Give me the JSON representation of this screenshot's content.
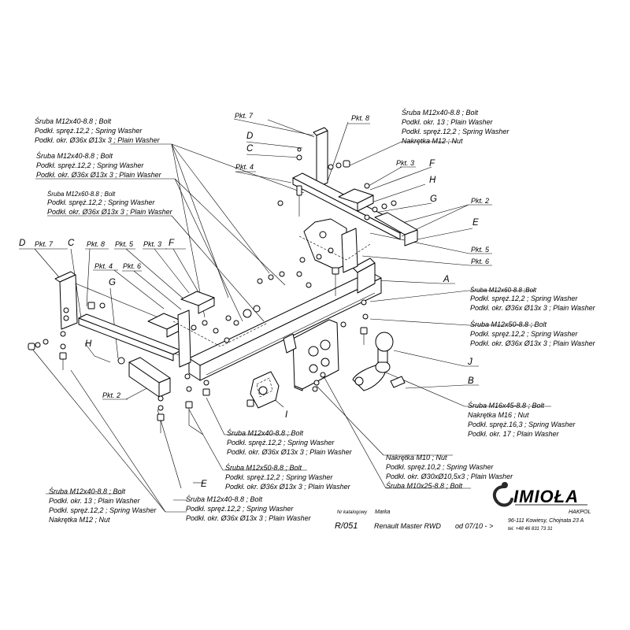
{
  "letters": [
    "D",
    "C",
    "G",
    "H",
    "F",
    "E",
    "A",
    "J",
    "B",
    "I"
  ],
  "pkt": [
    "Pkt. 2",
    "Pkt. 3",
    "Pkt. 4",
    "Pkt. 5",
    "Pkt. 6",
    "Pkt. 7",
    "Pkt. 8"
  ],
  "callouts": {
    "top_left_1": [
      "Śruba M12x40-8.8 ;  Bolt",
      "Podkł. spręż.12,2 ; Spring Washer",
      "Podkł. okr.  Ø36x Ø13x 3 ; Plain Washer"
    ],
    "top_left_2": [
      "Śruba M12x40-8.8 ;  Bolt",
      "Podkł. spręż.12,2 ; Spring Washer",
      "Podkł. okr.  Ø36x Ø13x 3 ; Plain Washer"
    ],
    "top_left_3": [
      "Śruba M12x60-8.8 ; Bolt",
      "Podkł. spręż.12,2 ; Spring Washer",
      "Podkł. okr.  Ø36x Ø13x 3 ; Plain Washer"
    ],
    "top_right": [
      "Śruba M12x40-8.8 ;  Bolt",
      "Podkł. okr. 13 ; Plain Washer",
      "Podkł. spręż.12,2 ; Spring Washer",
      "Nakrętka  M12 ; Nut"
    ],
    "right_1": [
      "Śruba M12x60-8.8 ;Bolt",
      "Podkł. spręż.12,2 ; Spring Washer",
      "Podkł. okr.  Ø36x Ø13x 3 ; Plain Washer"
    ],
    "right_2": [
      "Śruba M12x50-8.8 ;  Bolt",
      "Podkł. spręż.12,2 ; Spring Washer",
      "Podkł. okr.  Ø36x Ø13x 3 ; Plain Washer"
    ],
    "right_3": [
      "Śruba M16x45-8.8 ;  Bolt",
      "Nakrętka  M16 ; Nut",
      "Podkł. spręż.16,3 ; Spring Washer",
      "Podkł. okr. 17 ; Plain Washer"
    ],
    "bottom_center_1": [
      "Śruba M12x40-8.8 ;  Bolt",
      "Podkł. spręż.12,2 ; Spring Washer",
      "Podkł. okr.  Ø36x Ø13x 3 ; Plain Washer"
    ],
    "bottom_center_2": [
      "Śruba M12x50-8.8 ;  Bolt",
      "Podkł. spręż.12,2 ; Spring Washer",
      "Podkł. okr.  Ø36x Ø13x 3 ; Plain Washer"
    ],
    "bottom_center_3": [
      "Śruba M12x40-8.8 ;  Bolt",
      "Podkł. spręż.12,2 ; Spring Washer",
      "Podkł. okr.  Ø36x Ø13x 3 ; Plain Washer"
    ],
    "bottom_left": [
      "Śruba M12x40-8.8 ;  Bolt",
      "Podkł. okr. 13 ; Plain Washer",
      "Podkł. spręż.12,2 ; Spring Washer",
      "Nakrętka  M12 ; Nut"
    ],
    "bottom_right": [
      "Nakrętka  M10 ; Nut",
      "Podkł. spręż.10,2 ; Spring Washer",
      "Podkł. okr. Ø30xØ10,5x3 ; Plain Washer",
      "Śruba M10x25-8.8 ;  Bolt"
    ]
  },
  "title_block": {
    "catalog_label": "Nr katalogowy",
    "make_label": "Marka",
    "catalog_number": "R/051",
    "model": "Renault Master RWD",
    "since": "od  07/10 - >"
  },
  "company": {
    "logo_text": "IMIOŁA",
    "logo_sub": "HAKPOL",
    "address": "96-111 Kowiesy, Chojnata 23 A",
    "phone": "tel. +48 46 831 73 31",
    "logo_color": "#2a2a2a"
  }
}
